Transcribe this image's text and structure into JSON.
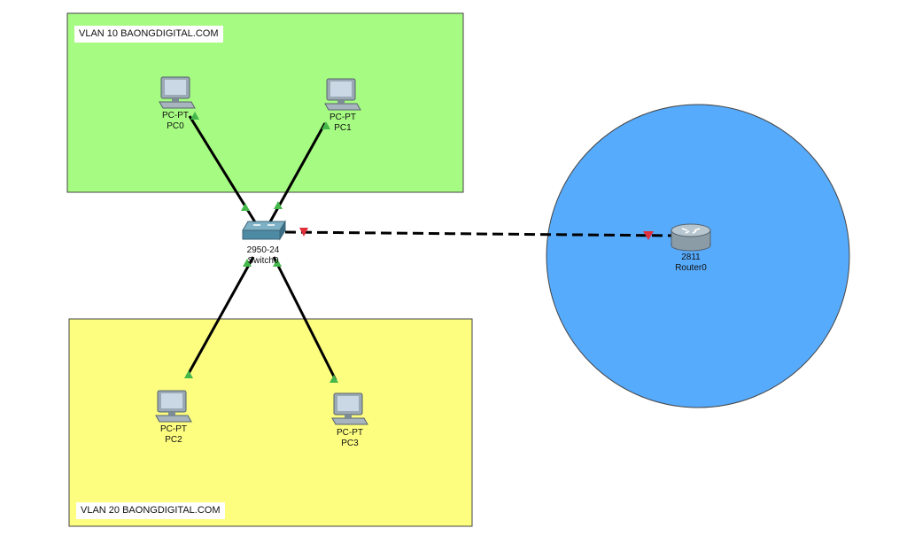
{
  "colors": {
    "vlan10": "#a6fb82",
    "vlan20": "#fdfd80",
    "router_zone": "#57abfd",
    "cable": "#000000",
    "link_up": "#44b84a",
    "link_down": "#e0303c"
  },
  "zones": {
    "vlan10_label": "VLAN 10 BAONGDIGITAL.COM",
    "vlan20_label": "VLAN 20 BAONGDIGITAL.COM"
  },
  "devices": {
    "pc0": {
      "model": "PC-PT",
      "name": "PC0",
      "icon": "pc-icon"
    },
    "pc1": {
      "model": "PC-PT",
      "name": "PC1",
      "icon": "pc-icon"
    },
    "pc2": {
      "model": "PC-PT",
      "name": "PC2",
      "icon": "pc-icon"
    },
    "pc3": {
      "model": "PC-PT",
      "name": "PC3",
      "icon": "pc-icon"
    },
    "switch0": {
      "model": "2950-24",
      "name": "Switch0",
      "icon": "switch-icon"
    },
    "router0": {
      "model": "2811",
      "name": "Router0",
      "icon": "router-icon"
    }
  },
  "links": [
    {
      "from": "pc0",
      "to": "switch0",
      "type": "straight-through",
      "status": "up"
    },
    {
      "from": "pc1",
      "to": "switch0",
      "type": "straight-through",
      "status": "up"
    },
    {
      "from": "pc2",
      "to": "switch0",
      "type": "straight-through",
      "status": "up"
    },
    {
      "from": "pc3",
      "to": "switch0",
      "type": "straight-through",
      "status": "up"
    },
    {
      "from": "switch0",
      "to": "router0",
      "type": "crossover",
      "status": "down"
    }
  ]
}
